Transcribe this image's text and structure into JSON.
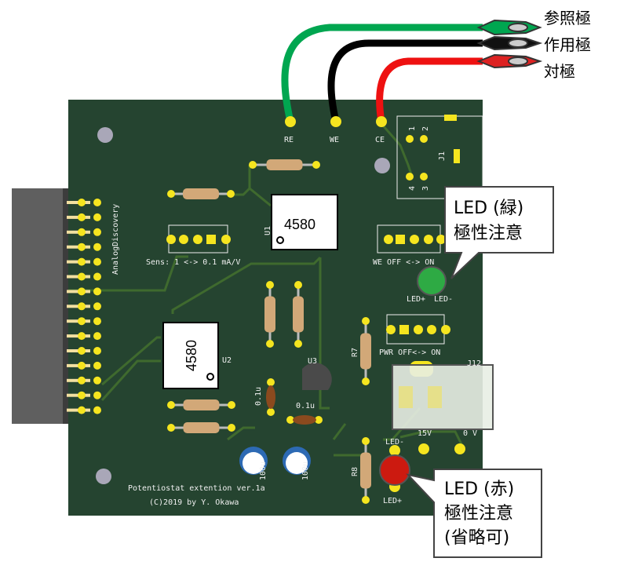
{
  "electrodes": {
    "reference": "参照極",
    "working": "作用極",
    "counter": "対極"
  },
  "board": {
    "pad_labels": {
      "re": "RE",
      "we": "WE",
      "ce": "CE"
    },
    "j1_label": "J1",
    "j1_pins": [
      "1",
      "2",
      "3",
      "4"
    ],
    "connector_label": "AnalogDiscovery",
    "u1_chip": "4580",
    "u1_label": "U1",
    "u2_chip": "4580",
    "u2_label": "U2",
    "u3_label": "U3",
    "sens_label": "Sens: 1 <-> 0.1 mA/V",
    "we_switch_label": "WE OFF <-> ON",
    "pwr_switch_label": "PWR OFF<-> ON",
    "led_green_labels": {
      "plus": "LED+",
      "minus": "LED-"
    },
    "led_red_labels": {
      "plus": "LED+",
      "minus": "LED-"
    },
    "r7_label": "R7",
    "r8_label": "R8",
    "cap_labels": [
      "0.1u",
      "0.1u"
    ],
    "electrolytic_labels": [
      "100u",
      "100u"
    ],
    "power_labels": {
      "v15": "15V",
      "v0": "0 V"
    },
    "j12_label": "J12",
    "title_line1": "Potentiostat extention ver.1a",
    "title_line2": "(C)2019 by Y. Okawa"
  },
  "callouts": {
    "green_led": {
      "line1": "LED (緑)",
      "line2": "極性注意"
    },
    "red_led": {
      "line1": "LED (赤)",
      "line2": "極性注意",
      "line3": "(省略可)"
    }
  },
  "colors": {
    "pcb": "#254430",
    "pad": "#f5e51f",
    "wire_green": "#00a650",
    "wire_black": "#000000",
    "wire_red": "#ee1111"
  }
}
